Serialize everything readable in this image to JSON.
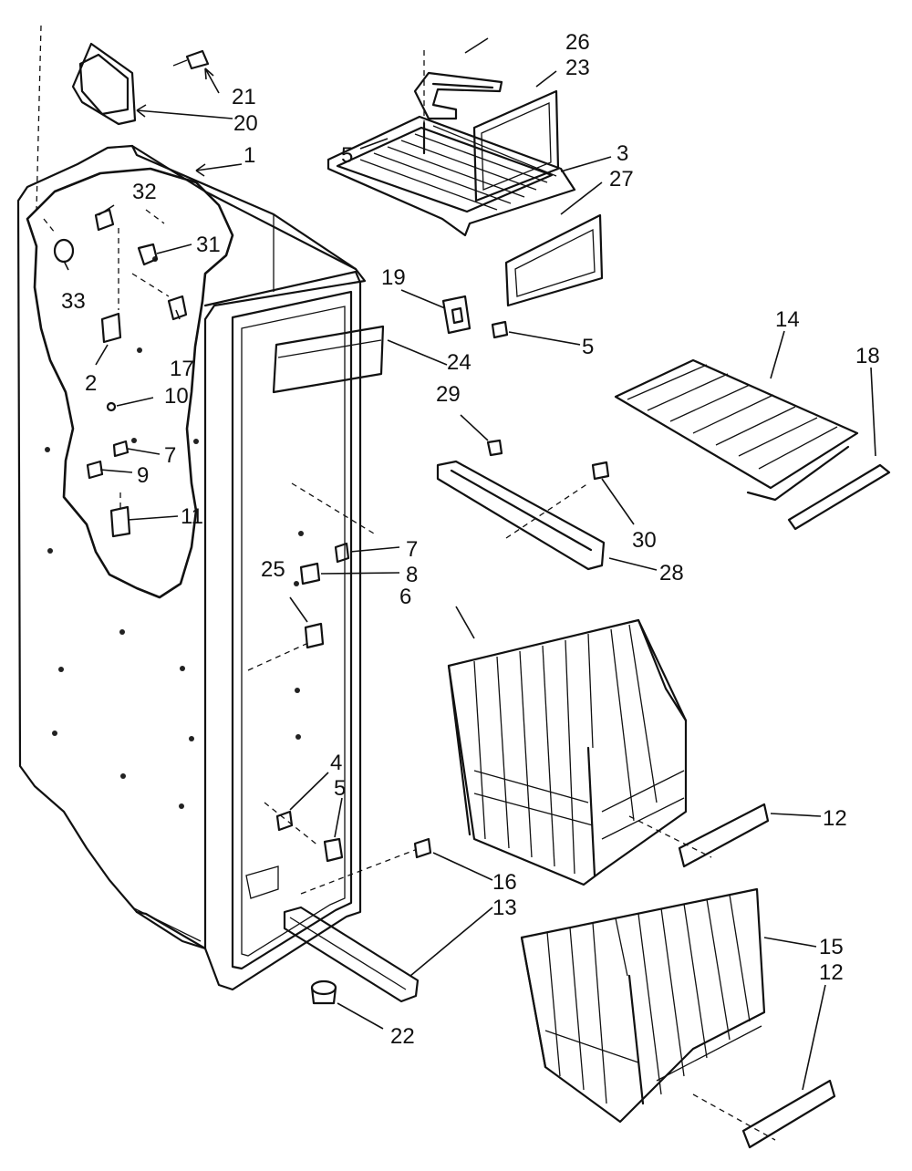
{
  "callouts": {
    "c1": "1",
    "c2": "2",
    "c3": "3",
    "c4": "4",
    "c5a": "5",
    "c5b": "5",
    "c5c": "5",
    "c6": "6",
    "c7a": "7",
    "c7b": "7",
    "c8": "8",
    "c9": "9",
    "c10": "10",
    "c11": "11",
    "c12a": "12",
    "c12b": "12",
    "c13": "13",
    "c14": "14",
    "c15": "15",
    "c16": "16",
    "c17": "17",
    "c18": "18",
    "c19": "19",
    "c20": "20",
    "c21": "21",
    "c22": "22",
    "c23": "23",
    "c24": "24",
    "c25": "25",
    "c26": "26",
    "c27": "27",
    "c28": "28",
    "c29": "29",
    "c30": "30",
    "c31": "31",
    "c32": "32",
    "c33": "33"
  },
  "colors": {
    "ink": "#111111",
    "paper": "#ffffff"
  }
}
